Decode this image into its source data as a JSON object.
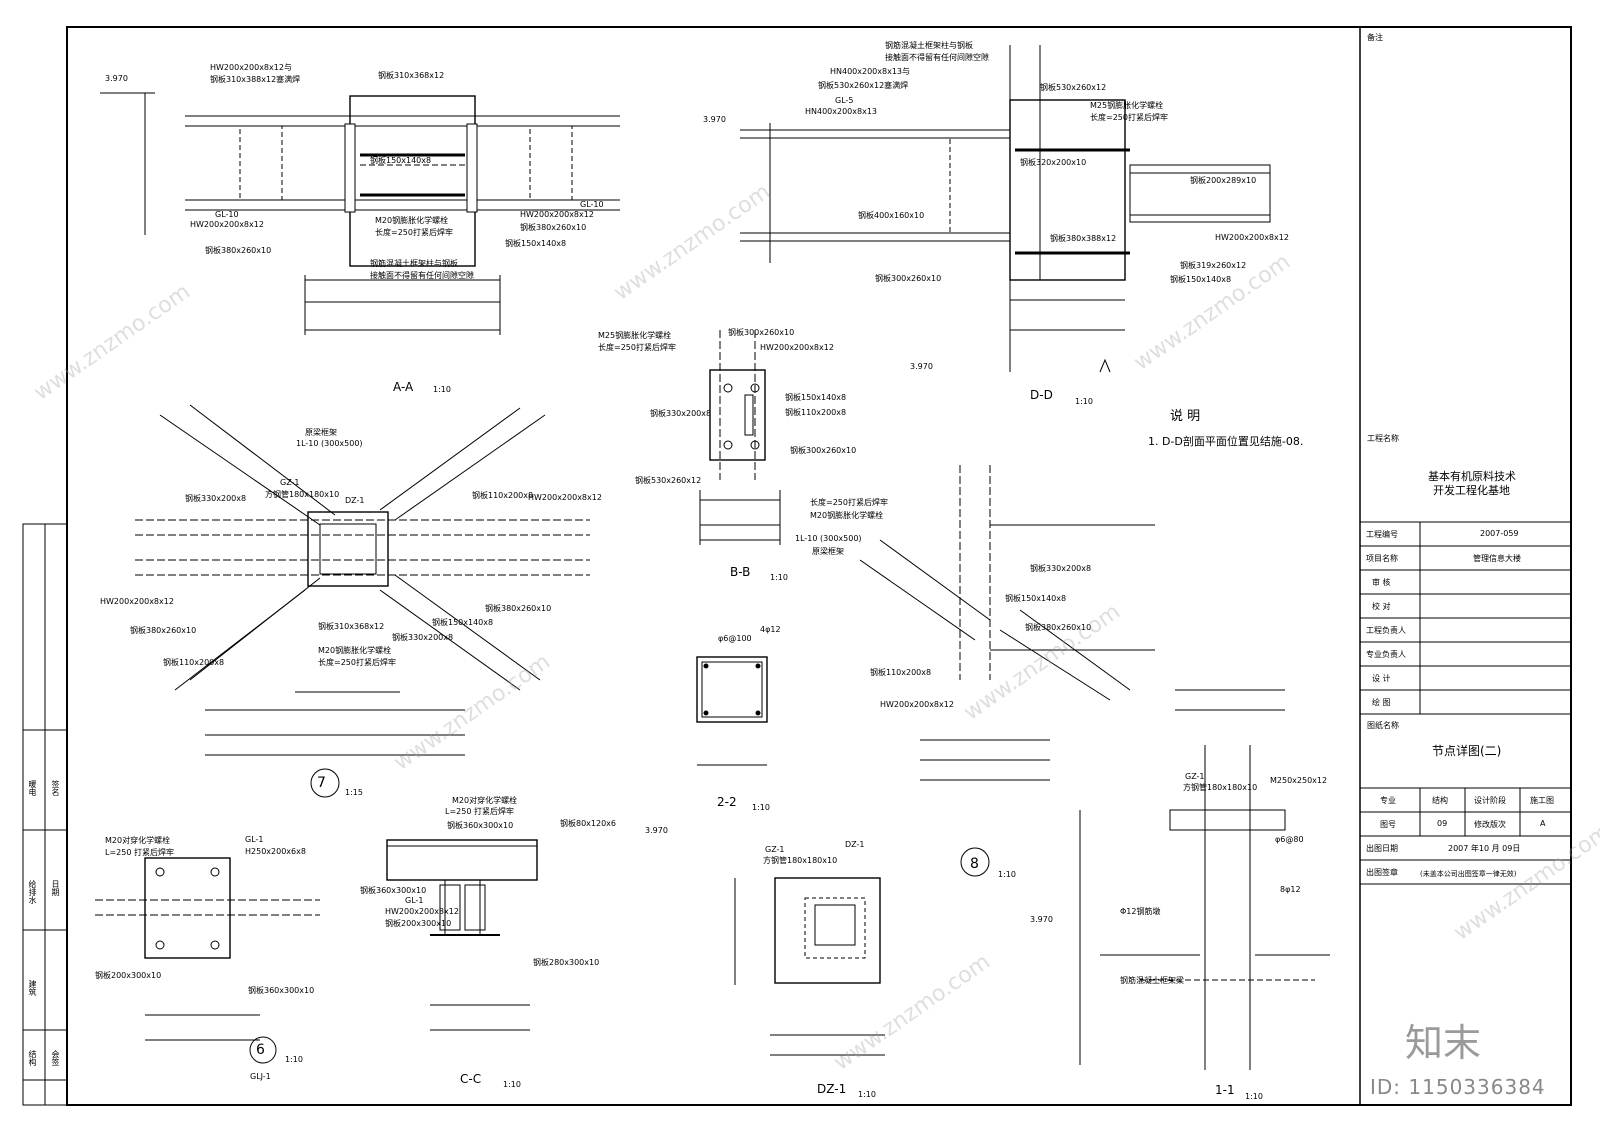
{
  "title_block": {
    "remarks_label": "备注",
    "project_name_label": "工程名称",
    "project_name_line1": "基本有机原料技术",
    "project_name_line2": "开发工程化基地",
    "rows": [
      {
        "label": "工程编号",
        "value": "2007-059"
      },
      {
        "label": "项目名称",
        "value": "管理信息大楼"
      },
      {
        "label": "审 核",
        "value": ""
      },
      {
        "label": "校 对",
        "value": ""
      },
      {
        "label": "工程负责人",
        "value": ""
      },
      {
        "label": "专业负责人",
        "value": ""
      },
      {
        "label": "设 计",
        "value": ""
      },
      {
        "label": "绘 图",
        "value": ""
      }
    ],
    "drawing_name_label": "图纸名称",
    "drawing_name": "节点详图(二)",
    "spec_headers": [
      "专业",
      "结构",
      "设计阶段",
      "施工图"
    ],
    "spec_values": [
      "图号",
      "09",
      "修改版次",
      "A"
    ],
    "date_label": "出图日期",
    "date_value": "2007  年10 月 09日",
    "stamp_label": "出图签章",
    "stamp_note": "(未盖本公司出图签章一律无效)"
  },
  "side_strip": [
    "暖电",
    "给排水",
    "建筑",
    "结构"
  ],
  "side_strip2": [
    "签名",
    "日期",
    "会签"
  ],
  "brand": "知末",
  "id_text": "ID: 1150336384",
  "watermark": "www.znzmo.com",
  "notes": {
    "title": "说 明",
    "line1": "1. D-D剖面平面位置见结施-08."
  },
  "views": {
    "aa": {
      "title": "A-A",
      "scale": "1:10"
    },
    "bb": {
      "title": "B-B",
      "scale": "1:10"
    },
    "dd": {
      "title": "D-D",
      "scale": "1:10"
    },
    "s7": {
      "num": "7",
      "scale": "1:15"
    },
    "s8": {
      "num": "8",
      "scale": "1:10"
    },
    "s6": {
      "num": "6",
      "scale": "1:10",
      "sub": "GLJ-1"
    },
    "cc": {
      "title": "C-C",
      "scale": "1:10"
    },
    "s22": {
      "title": "2-2",
      "scale": "1:10"
    },
    "dz1": {
      "title": "DZ-1",
      "scale": "1:10"
    },
    "s11": {
      "title": "1-1",
      "scale": "1:10"
    }
  },
  "labels": {
    "elev": "3.970",
    "hw": "HW200x200x8x12",
    "hw_tail": "HW200x200x8x12与",
    "plate310": "钢板310x388x12塞满焊",
    "plate310b": "钢板310x368x12",
    "gl10": "GL-10",
    "plate380": "钢板380x260x10",
    "plate150": "钢板150x140x8",
    "m20": "M20钢膨胀化学螺栓",
    "len250": "长度=250打紧后焊牢",
    "note_pz": "钢筋混凝土框架柱与钢板",
    "note_pz2": "接触面不得留有任何间隙空隙",
    "hn400": "HN400x200x8x13与",
    "plate530": "钢板530x260x12塞满焊",
    "gl5": "GL-5",
    "hn400b": "HN400x200x8x13",
    "m25": "M25钢膨胀化学螺栓",
    "plate530b": "钢板530x260x12",
    "plate320": "钢板320x200x10",
    "plate200": "钢板200x289x10",
    "plate400": "钢板400x160x10",
    "plate380b": "钢板380x388x12",
    "plate300": "钢板300x260x10",
    "plate319": "钢板319x260x12",
    "plate300b": "钢板300x260x10",
    "plate330": "钢板330x200x8",
    "plate110": "钢板110x200x8",
    "gz1": "GZ-1",
    "tube": "方钢管180x180x10",
    "dz1": "DZ-1",
    "girder": "原梁框架",
    "l1": "1L-10 (300x500)",
    "phi6": "φ6@100",
    "rebar": "4φ12",
    "gl1": "GL-1",
    "h250": "H250x200x6x8",
    "plate200b": "钢板200x300x10",
    "plate360": "钢板360x300x10",
    "m20b": "M20对穿化学螺栓",
    "l250": "L=250 打紧后焊牢",
    "plate280": "钢板280x300x10",
    "plate80": "钢板80x120x6",
    "m250": "M250x250x12",
    "phi680": "φ6@80",
    "rebar8": "8φ12",
    "phi12": "Φ12钢筋墩",
    "pile": "钢筋混凝土框架梁"
  }
}
